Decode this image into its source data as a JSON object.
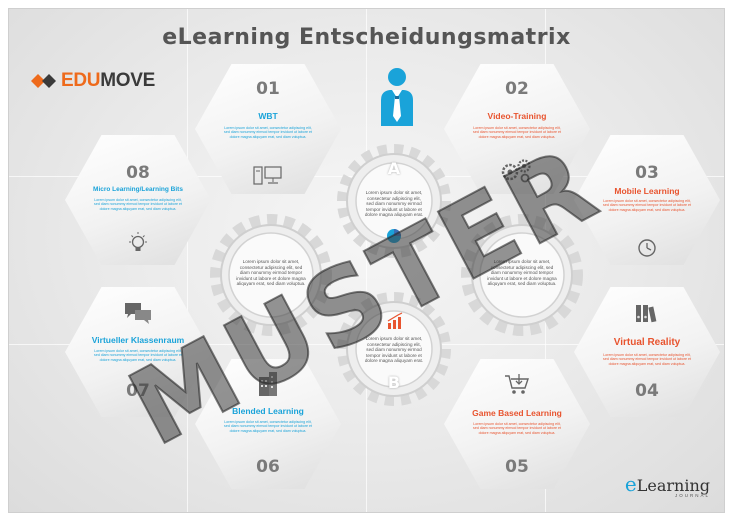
{
  "title": "eLearning Entscheidungsmatrix",
  "logo": {
    "part1": "EDU",
    "part2": "MOVE",
    "brand_color": "#ee6a1b"
  },
  "hexes": [
    {
      "num": "01",
      "title": "WBT",
      "text": "Lorem ipsum dolor sit amet, consectetur adipiscing elit, sed diam nonummy eirmod tempor invidunt ut labore et dolore magna aliquyam erat, sed diam voluptua.",
      "icon": "computer-icon",
      "color": "#1aa3d9"
    },
    {
      "num": "02",
      "title": "Video-Training",
      "text": "Lorem ipsum dolor sit amet, consectetur adipiscing elit, sed diam nonummy eirmod tempor invidunt ut labore et dolore magna aliquyam erat, sed diam voluptua.",
      "icon": "gears-icon",
      "color": "#e8542f"
    },
    {
      "num": "03",
      "title": "Mobile Learning",
      "text": "Lorem ipsum dolor sit amet, consectetur adipiscing elit, sed diam nonummy eirmod tempor invidunt ut labore et dolore magna aliquyam erat, sed diam voluptua.",
      "icon": "clock-icon",
      "color": "#e8542f"
    },
    {
      "num": "04",
      "title": "Virtual Reality",
      "text": "Lorem ipsum dolor sit amet, consectetur adipiscing elit, sed diam nonummy eirmod tempor invidunt ut labore et dolore magna aliquyam erat, sed diam voluptua.",
      "icon": "binders-icon",
      "color": "#e8542f"
    },
    {
      "num": "05",
      "title": "Game Based Learning",
      "text": "Lorem ipsum dolor sit amet, consectetur adipiscing elit, sed diam nonummy eirmod tempor invidunt ut labore et dolore magna aliquyam erat, sed diam voluptua.",
      "icon": "cart-icon",
      "color": "#e8542f"
    },
    {
      "num": "06",
      "title": "Blended Learning",
      "text": "Lorem ipsum dolor sit amet, consectetur adipiscing elit, sed diam nonummy eirmod tempor invidunt ut labore et dolore magna aliquyam erat, sed diam voluptua.",
      "icon": "building-icon",
      "color": "#1aa3d9"
    },
    {
      "num": "07",
      "title": "Virtueller Klassenraum",
      "text": "Lorem ipsum dolor sit amet, consectetur adipiscing elit, sed diam nonummy eirmod tempor invidunt ut labore et dolore magna aliquyam erat, sed diam voluptua.",
      "icon": "speech-bubbles-icon",
      "color": "#1aa3d9"
    },
    {
      "num": "08",
      "title": "Micro Learning/Learning Bits",
      "text": "Lorem ipsum dolor sit amet, consectetur adipiscing elit, sed diam nonummy eirmod tempor invidunt ut labore et dolore magna aliquyam erat, sed diam voluptua.",
      "icon": "lightbulb-icon",
      "color": "#1aa3d9"
    }
  ],
  "gears": [
    {
      "letter": "A",
      "text": "Lorem ipsum dolor sit amet, consectetur adipiscing elit, sed diam nonummy eirmod tempor invidunt ut labore et dolore magna aliquyam erat.",
      "icon": "pie-chart-icon"
    },
    {
      "letter": "B",
      "text": "Lorem ipsum dolor sit amet, consectetur adipiscing elit, sed diam nonummy eirmod tempor invidunt ut labore et dolore magna aliquyam erat.",
      "icon": "bar-chart-icon"
    },
    {
      "letter": "",
      "text": "Lorem ipsum dolor sit amet, consectetur adipiscing elit, sed diam nonummy eirmod tempor invidunt ut labore et dolore magna aliquyam erat, sed diam voluptua.",
      "icon": ""
    },
    {
      "letter": "",
      "text": "Lorem ipsum dolor sit amet, consectetur adipiscing elit, sed diam nonummy eirmod tempor invidunt ut labore et dolore magna aliquyam erat, sed diam voluptua.",
      "icon": ""
    }
  ],
  "watermark": "MUSTER",
  "brand": {
    "e": "e",
    "main": "Learning",
    "sub": "JOURNAL"
  },
  "colors": {
    "blue": "#1aa3d9",
    "red": "#e8542f",
    "gray_text": "#555555"
  },
  "center_icon": "businessman-icon"
}
